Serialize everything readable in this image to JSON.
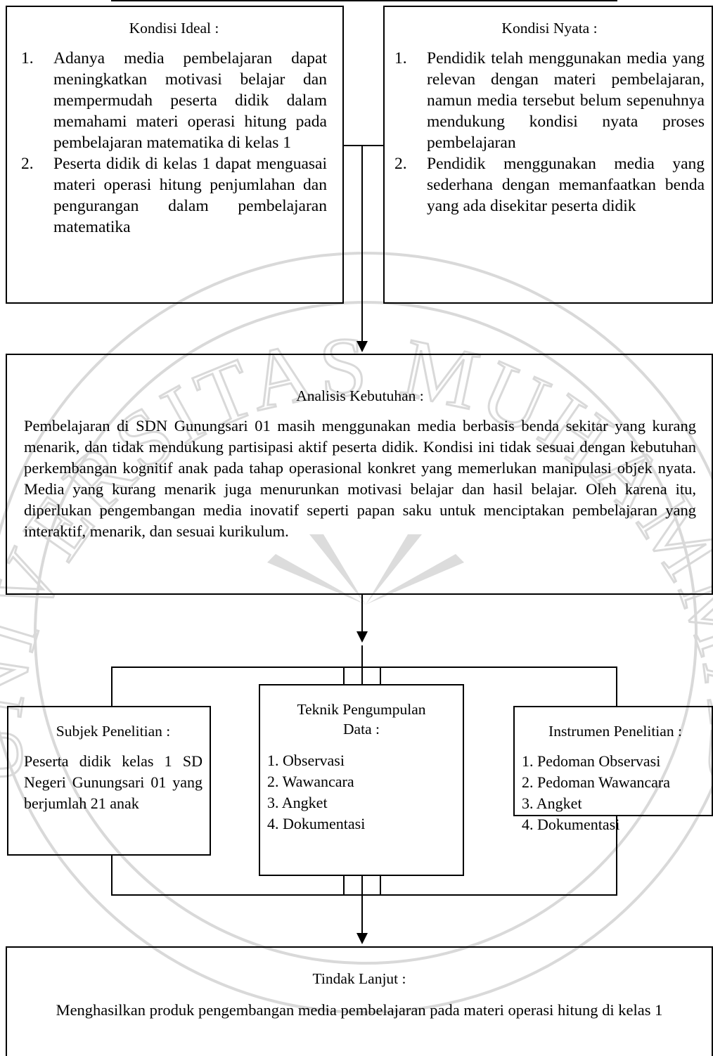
{
  "watermark": {
    "text": "UNIVERSITAS MUHAMMADIYAH MALANG",
    "color": "#d9d9d9"
  },
  "ideal": {
    "title": "Kondisi Ideal :",
    "items": [
      "Adanya media pembelajaran dapat meningkatkan motivasi belajar dan mempermudah peserta didik dalam memahami materi operasi hitung pada pembelajaran matematika di kelas 1",
      "Peserta didik di kelas 1 dapat menguasai materi operasi hitung penjumlahan dan pengurangan dalam pembelajaran matematika"
    ]
  },
  "nyata": {
    "title": "Kondisi Nyata :",
    "items": [
      "Pendidik telah menggunakan media yang relevan dengan materi pembelajaran, namun media tersebut belum sepenuhnya mendukung kondisi nyata proses pembelajaran",
      "Pendidik menggunakan media yang sederhana dengan memanfaatkan benda yang ada disekitar peserta didik"
    ]
  },
  "analisis": {
    "title": "Analisis Kebutuhan :",
    "text": "Pembelajaran di SDN Gunungsari 01 masih menggunakan media berbasis benda sekitar yang kurang menarik, dan tidak mendukung partisipasi aktif peserta didik. Kondisi ini tidak sesuai dengan kebutuhan perkembangan kognitif anak pada tahap operasional konkret yang memerlukan manipulasi objek nyata. Media yang kurang menarik juga menurunkan motivasi belajar dan hasil belajar. Oleh karena itu, diperlukan pengembangan media inovatif seperti papan saku untuk menciptakan pembelajaran yang interaktif, menarik, dan sesuai kurikulum."
  },
  "subjek": {
    "title": "Subjek Penelitian :",
    "text": "Peserta didik kelas 1 SD Negeri Gunungsari 01 yang berjumlah 21 anak"
  },
  "teknik": {
    "title": "Teknik Pengumpulan Data :",
    "items": [
      "1. Observasi",
      "2. Wawancara",
      "3. Angket",
      "4. Dokumentasi"
    ]
  },
  "instrumen": {
    "title": "Instrumen Penelitian :",
    "items": [
      "1. Pedoman Observasi",
      "2. Pedoman Wawancara",
      "3. Angket",
      "4. Dokumentasi"
    ]
  },
  "tindak": {
    "title": "Tindak Lanjut :",
    "text": "Menghasilkan produk pengembangan media pembelajaran pada materi operasi hitung di kelas 1"
  }
}
